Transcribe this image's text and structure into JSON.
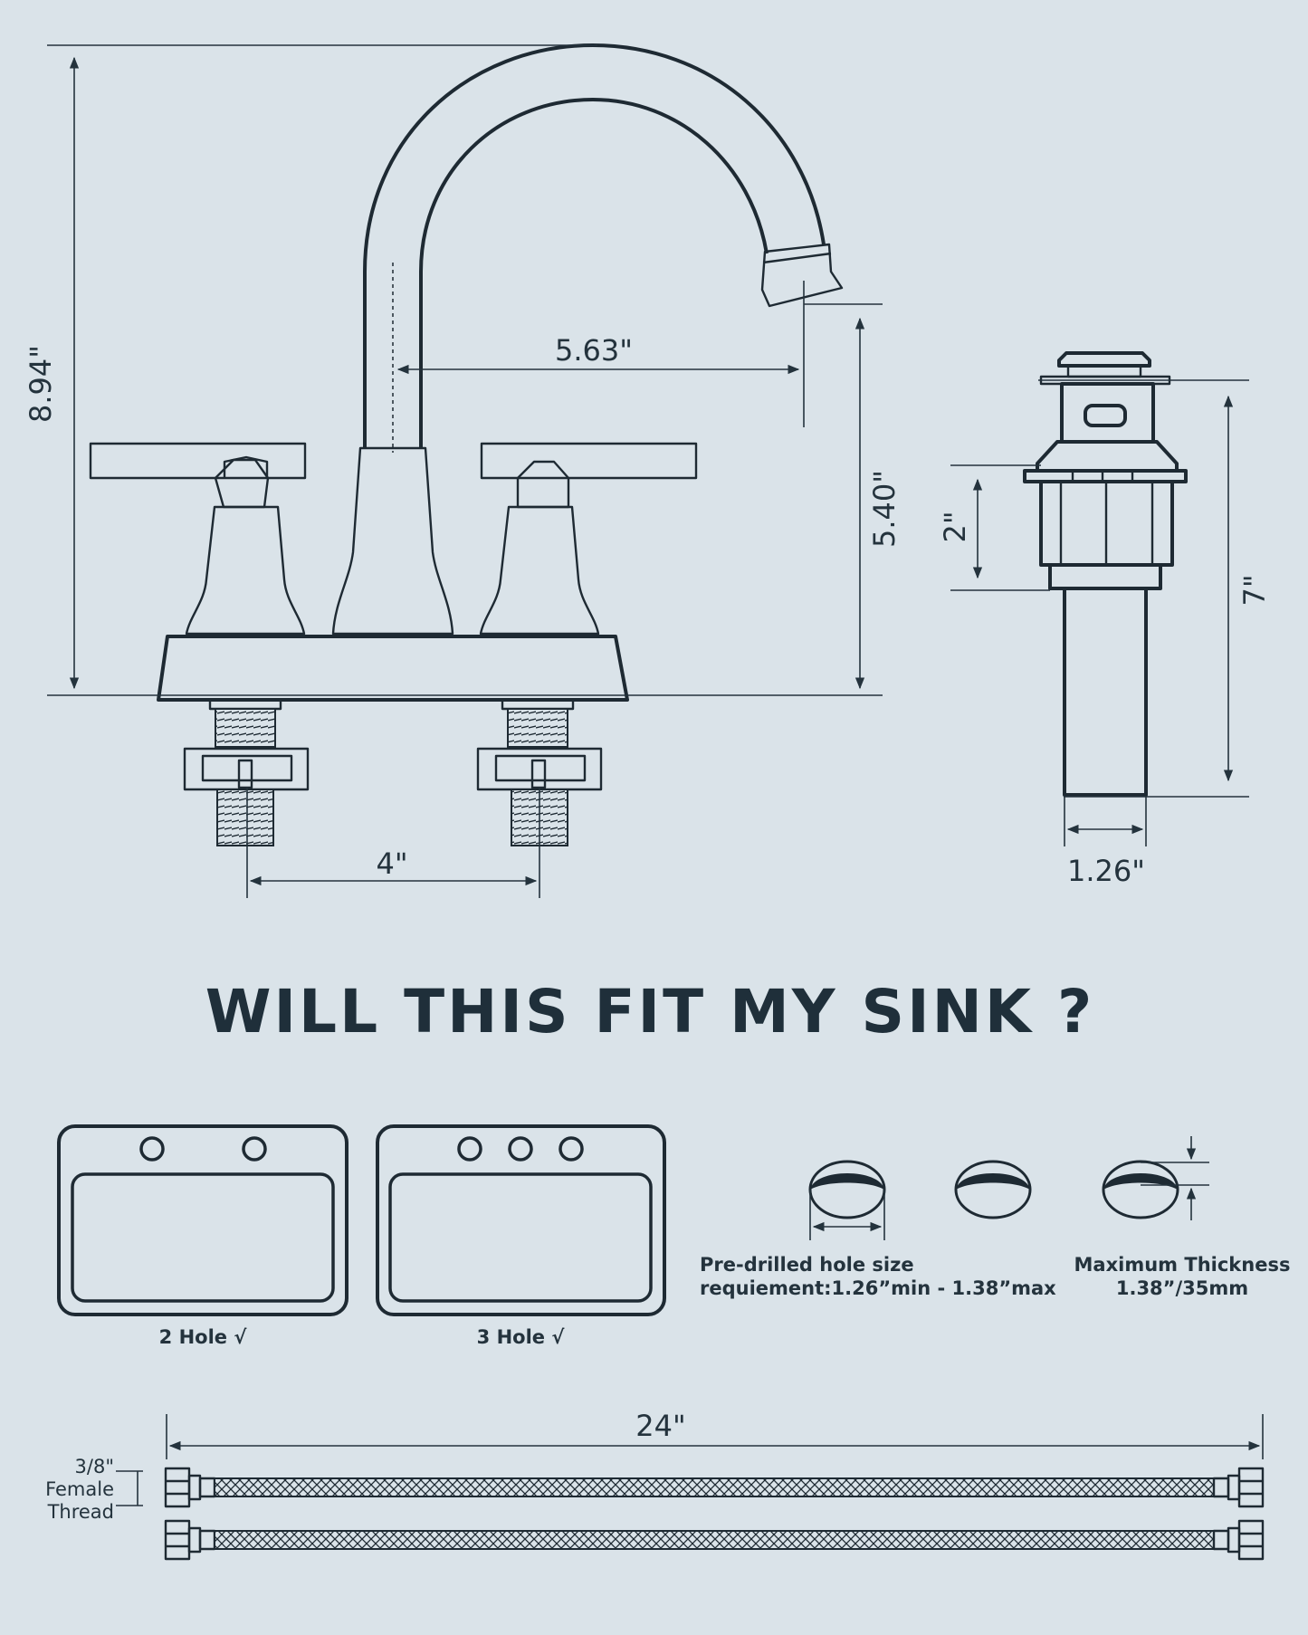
{
  "faucet": {
    "height": "8.94\"",
    "reach": "5.63\"",
    "spout_height": "5.40\"",
    "spacing": "4\""
  },
  "drain": {
    "top_height": "2\"",
    "total_height": "7\"",
    "diameter": "1.26\""
  },
  "headline": "WILL THIS FIT MY SINK ?",
  "sinks": [
    {
      "label": "2 Hole √"
    },
    {
      "label": "3 Hole √"
    }
  ],
  "hole_size": {
    "line1": "Pre-drilled hole size",
    "line2": "requiement:1.26”min - 1.38”max"
  },
  "thickness": {
    "line1": "Maximum Thickness",
    "line2": "1.38”/35mm"
  },
  "hose": {
    "length": "24\"",
    "thread_line1": "3/8\"",
    "thread_line2": "Female",
    "thread_line3": "Thread"
  },
  "colors": {
    "background": "#dae3e9",
    "ink": "#1e2a33"
  }
}
